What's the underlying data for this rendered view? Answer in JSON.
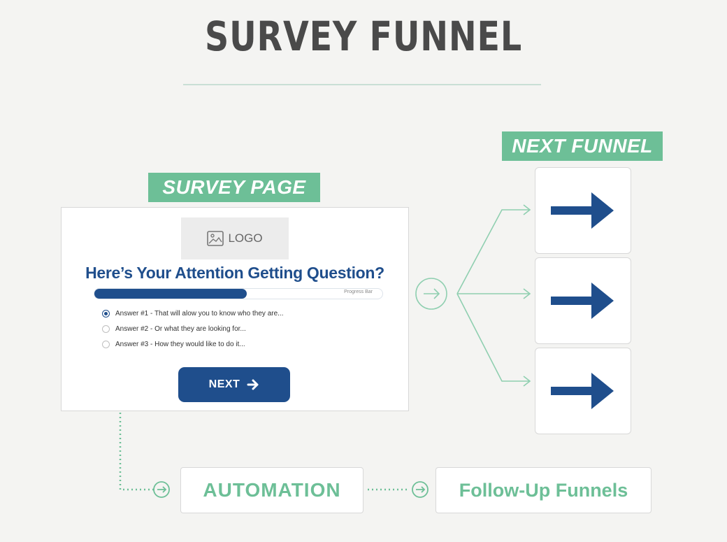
{
  "title": "SURVEY FUNNEL",
  "survey_label": "SURVEY PAGE",
  "next_funnel_label": "NEXT FUNNEL",
  "survey_page": {
    "logo_text": "LOGO",
    "question": "Here’s Your Attention Getting Question?",
    "progress_label": "Progress Bar",
    "progress_fraction": 0.53,
    "answers": [
      {
        "text": "Answer #1 - That will alow you to know who they are...",
        "selected": true
      },
      {
        "text": "Answer #2 - Or what they are looking for...",
        "selected": false
      },
      {
        "text": "Answer #3 - How they would like to do it...",
        "selected": false
      }
    ],
    "next_button": "NEXT"
  },
  "next_funnels": [
    {
      "icon": "arrow-right-icon"
    },
    {
      "icon": "arrow-right-icon"
    },
    {
      "icon": "arrow-right-icon"
    }
  ],
  "automation": "AUTOMATION",
  "follow_up": "Follow-Up Funnels",
  "colors": {
    "brand_blue": "#1f4e8c",
    "accent_green": "#6dbf97",
    "title_gray": "#4a4a4a"
  }
}
